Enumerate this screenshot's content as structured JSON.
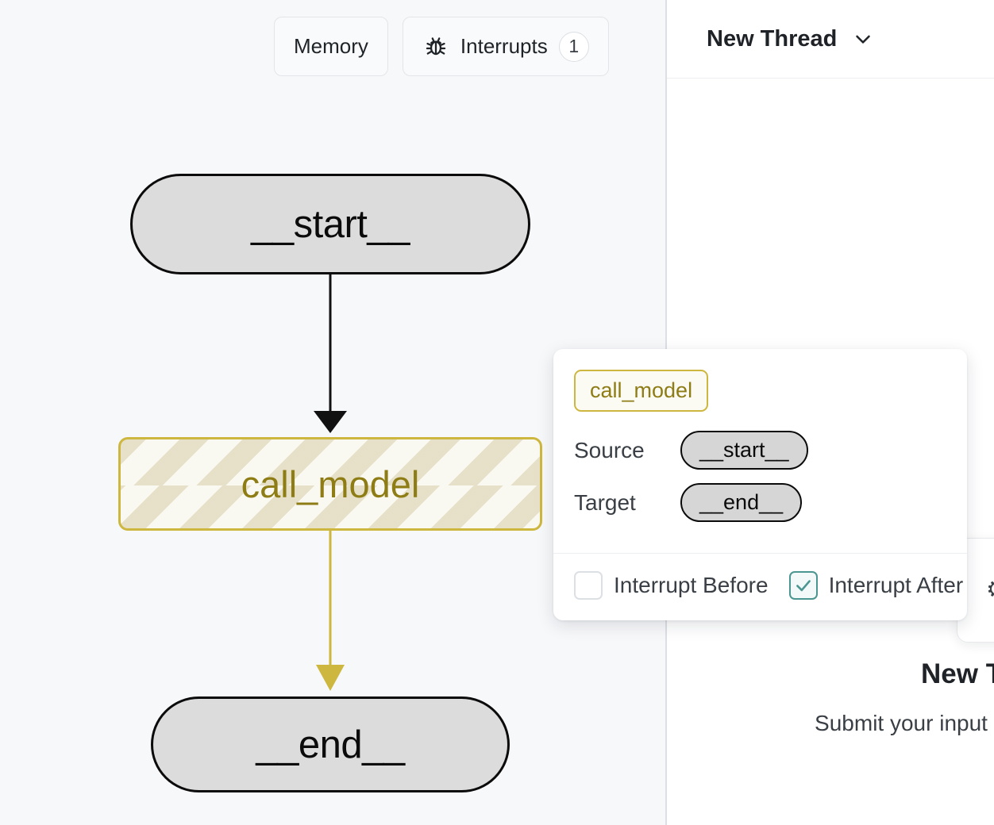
{
  "canvas": {
    "background_color": "#f7f8fa",
    "toolbar": {
      "memory_label": "Memory",
      "interrupts_label": "Interrupts",
      "interrupts_badge": "1",
      "bug_icon_name": "bug-icon"
    },
    "graph": {
      "nodes": [
        {
          "id": "start",
          "label": "__start__",
          "type": "terminal"
        },
        {
          "id": "call_model",
          "label": "call_model",
          "type": "task",
          "accent_color": "#cdb73f",
          "text_color": "#8e7c15"
        },
        {
          "id": "end",
          "label": "__end__",
          "type": "terminal"
        }
      ],
      "edges": [
        {
          "from": "start",
          "to": "call_model",
          "color": "#111111"
        },
        {
          "from": "call_model",
          "to": "end",
          "color": "#cdb73f"
        }
      ]
    }
  },
  "popover": {
    "node_chip": "call_model",
    "source_label": "Source",
    "source_value": "__start__",
    "target_label": "Target",
    "target_value": "__end__",
    "interrupt_before_label": "Interrupt Before",
    "interrupt_before_checked": false,
    "interrupt_after_label": "Interrupt After",
    "interrupt_after_checked": true,
    "checked_color": "#4c9692"
  },
  "right_panel": {
    "thread_title": "New Thread",
    "chevron_icon_name": "chevron-down-icon",
    "empty_state_title": "New T",
    "empty_state_subtitle": "Submit your input",
    "peek_card_glyph": "⚙"
  }
}
